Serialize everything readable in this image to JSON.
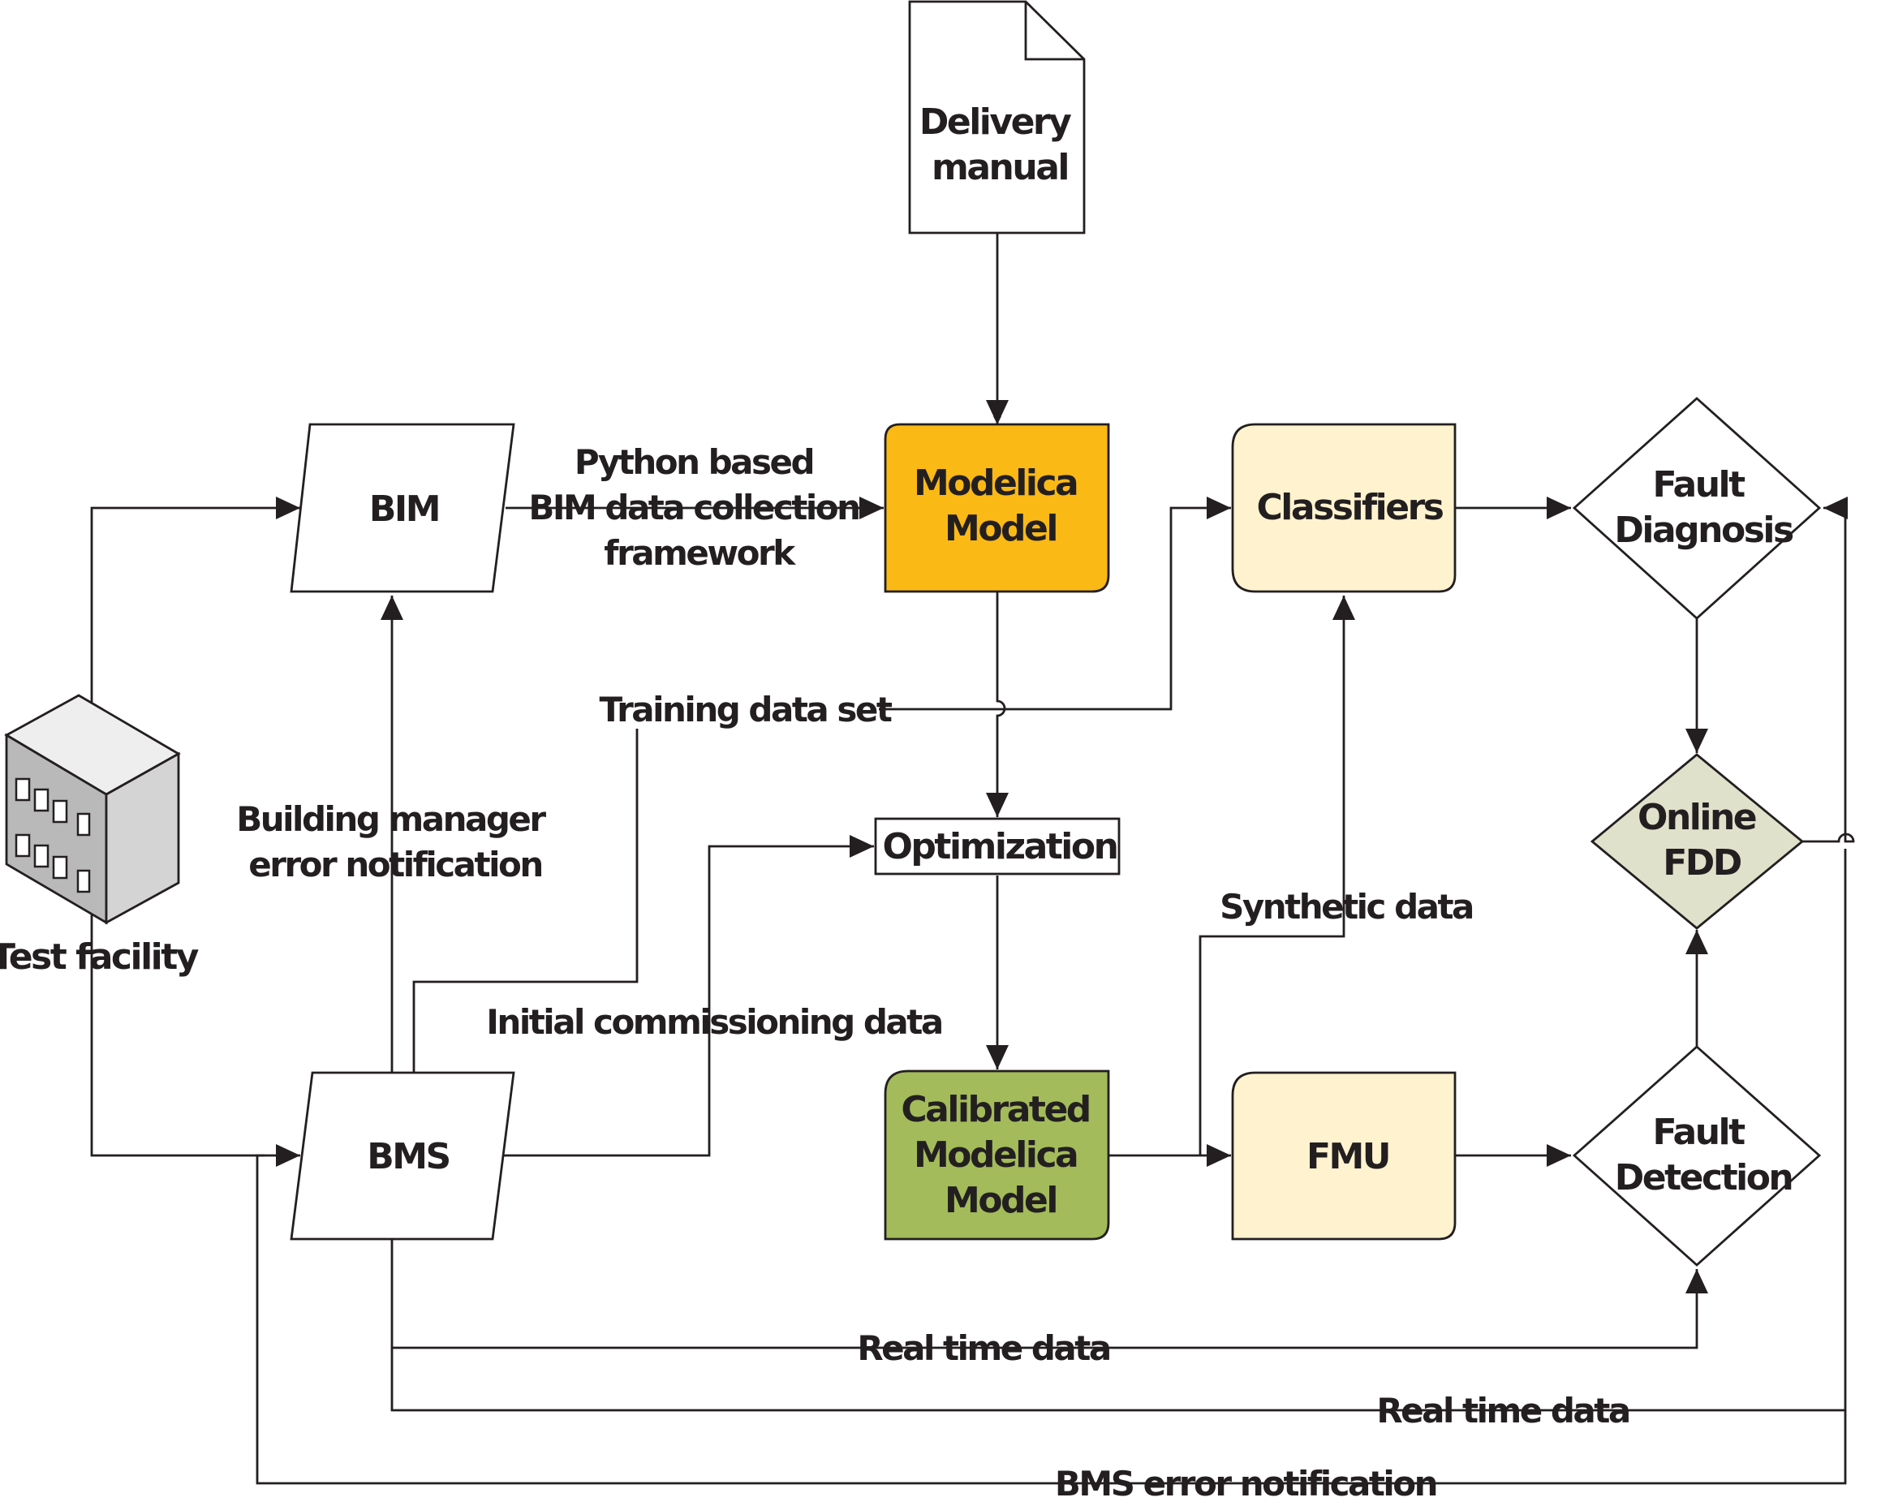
{
  "nodes": {
    "delivery_manual": {
      "lines": [
        "Delivery",
        "manual"
      ],
      "fill": "#ffffff"
    },
    "bim": {
      "lines": [
        "BIM"
      ],
      "fill": "#ffffff"
    },
    "modelica_model": {
      "lines": [
        "Modelica",
        "Model"
      ],
      "fill": "#fbb916"
    },
    "classifiers": {
      "lines": [
        "Classifiers"
      ],
      "fill": "#fff3cf"
    },
    "fault_diagnosis": {
      "lines": [
        "Fault",
        "Diagnosis"
      ],
      "fill": "#ffffff"
    },
    "optimization": {
      "lines": [
        "Optimization"
      ],
      "fill": "#ffffff"
    },
    "online_fdd": {
      "lines": [
        "Online",
        "FDD"
      ],
      "fill": "#dfe1cb"
    },
    "test_facility": {
      "lines": [
        "Test facility"
      ]
    },
    "bms": {
      "lines": [
        "BMS"
      ],
      "fill": "#ffffff"
    },
    "calibrated_model": {
      "lines": [
        "Calibrated",
        "Modelica",
        "Model"
      ],
      "fill": "#a3bb5a"
    },
    "fmu": {
      "lines": [
        "FMU"
      ],
      "fill": "#fff3cf"
    },
    "fault_detection": {
      "lines": [
        "Fault",
        "Detection"
      ],
      "fill": "#ffffff"
    }
  },
  "edges": {
    "python_framework": [
      "Python based",
      "BIM data collection",
      "framework"
    ],
    "training_data": [
      "Training data set"
    ],
    "manager_notification": [
      "Building manager",
      "error notification"
    ],
    "synthetic_data": [
      "Synthetic data"
    ],
    "initial_commissioning": [
      "Initial commissioning data"
    ],
    "real_time_1": [
      "Real time data"
    ],
    "real_time_2": [
      "Real time data"
    ],
    "bms_error": [
      "BMS error notification"
    ]
  }
}
